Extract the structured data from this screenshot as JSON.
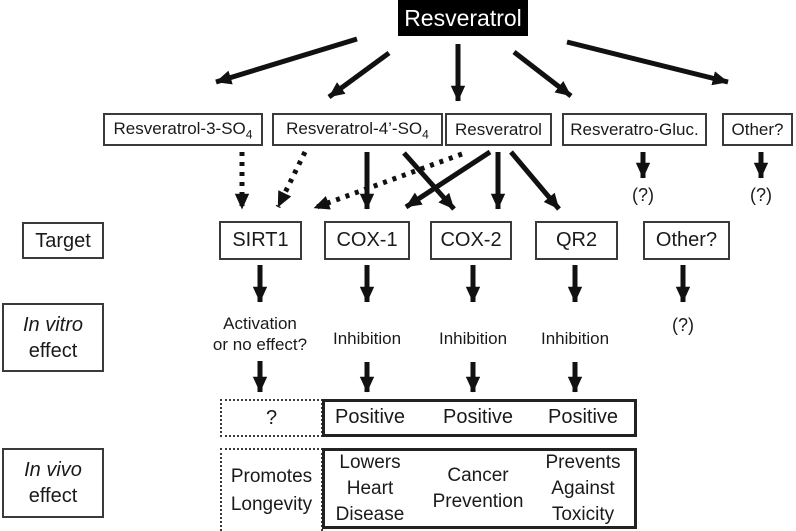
{
  "colors": {
    "ink": "#1a1a1a",
    "title_bg": "#000000",
    "title_fg": "#ffffff",
    "border": "#3a3a3a"
  },
  "title": {
    "label": "Resveratrol"
  },
  "metabolites": [
    {
      "main": "Resveratrol-3-SO",
      "sub": "4"
    },
    {
      "main": "Resveratrol-4’-SO",
      "sub": "4"
    },
    {
      "main": "Resveratrol"
    },
    {
      "main": "Resveratro-Gluc."
    },
    {
      "main": "Other?"
    }
  ],
  "metabolite_unknowns": {
    "gluc": "(?)",
    "other": "(?)"
  },
  "row_labels": {
    "target": "Target",
    "invitro_line1": "In vitro",
    "invitro_line2": "effect",
    "invivo_line1": "In vivo",
    "invivo_line2": "effect"
  },
  "targets": [
    {
      "label": "SIRT1"
    },
    {
      "label": "COX-1"
    },
    {
      "label": "COX-2"
    },
    {
      "label": "QR2"
    },
    {
      "label": "Other?"
    }
  ],
  "invitro": {
    "sirt1": [
      "Activation",
      "or no effect?"
    ],
    "cox1": "Inhibition",
    "cox2": "Inhibition",
    "qr2": "Inhibition",
    "other": "(?)"
  },
  "results": {
    "sirt1": "?",
    "cox1": "Positive",
    "cox2": "Positive",
    "qr2": "Positive"
  },
  "invivo": {
    "sirt1": [
      "Promotes",
      "Longevity"
    ],
    "cox1": [
      "Lowers",
      "Heart",
      "Disease"
    ],
    "cox2": [
      "Cancer",
      "Prevention"
    ],
    "qr2": [
      "Prevents",
      "Against",
      "Toxicity"
    ]
  }
}
